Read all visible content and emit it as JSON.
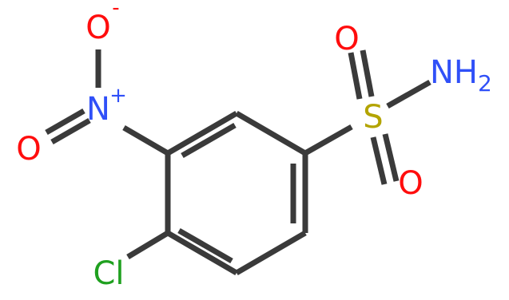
{
  "atoms": {
    "o_minus": {
      "symbol": "O",
      "charge": "-",
      "color": "#ff0d0d"
    },
    "n_plus": {
      "symbol": "N",
      "charge": "+",
      "color": "#3050f8"
    },
    "o_double_nitro": {
      "symbol": "O",
      "color": "#ff0d0d"
    },
    "s": {
      "symbol": "S",
      "color": "#b3a400"
    },
    "o_top": {
      "symbol": "O",
      "color": "#ff0d0d"
    },
    "o_bottom": {
      "symbol": "O",
      "color": "#ff0d0d"
    },
    "nh2": {
      "symbol": "NH",
      "subscript": "2",
      "color": "#3050f8"
    },
    "cl": {
      "symbol": "Cl",
      "color": "#1fa01f"
    }
  },
  "bond_color": "#3a3a3a"
}
